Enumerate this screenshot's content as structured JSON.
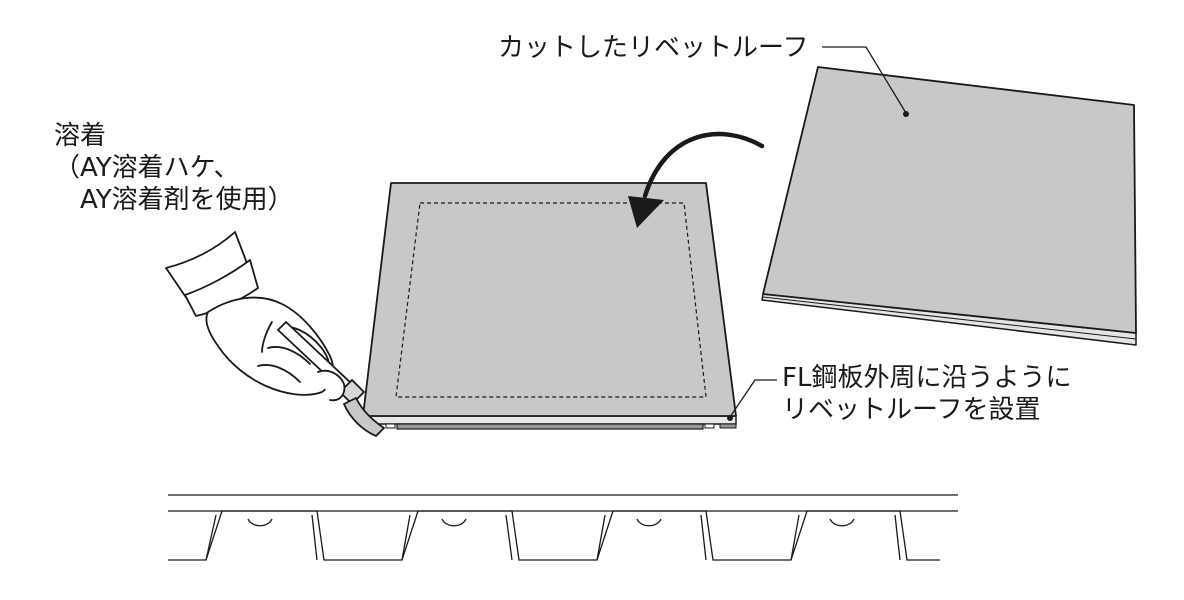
{
  "labels": {
    "cut_roof": "カットしたリベットルーフ",
    "welding": {
      "line1": "溶着",
      "line2": "（AY溶着ハケ、",
      "line3": "　AY溶着剤を使用）"
    },
    "install": {
      "line1": "FL鋼板外周に沿うように",
      "line2": "リベットルーフを設置"
    }
  },
  "colors": {
    "sheet_fill": "#c8c8c8",
    "sheet_edge": "#e8e8e8",
    "line": "#1a1a1a",
    "background": "#ffffff"
  },
  "icons": {
    "hand": "gloved-hand-with-brush-icon",
    "arrow": "curved-arrow-icon"
  }
}
